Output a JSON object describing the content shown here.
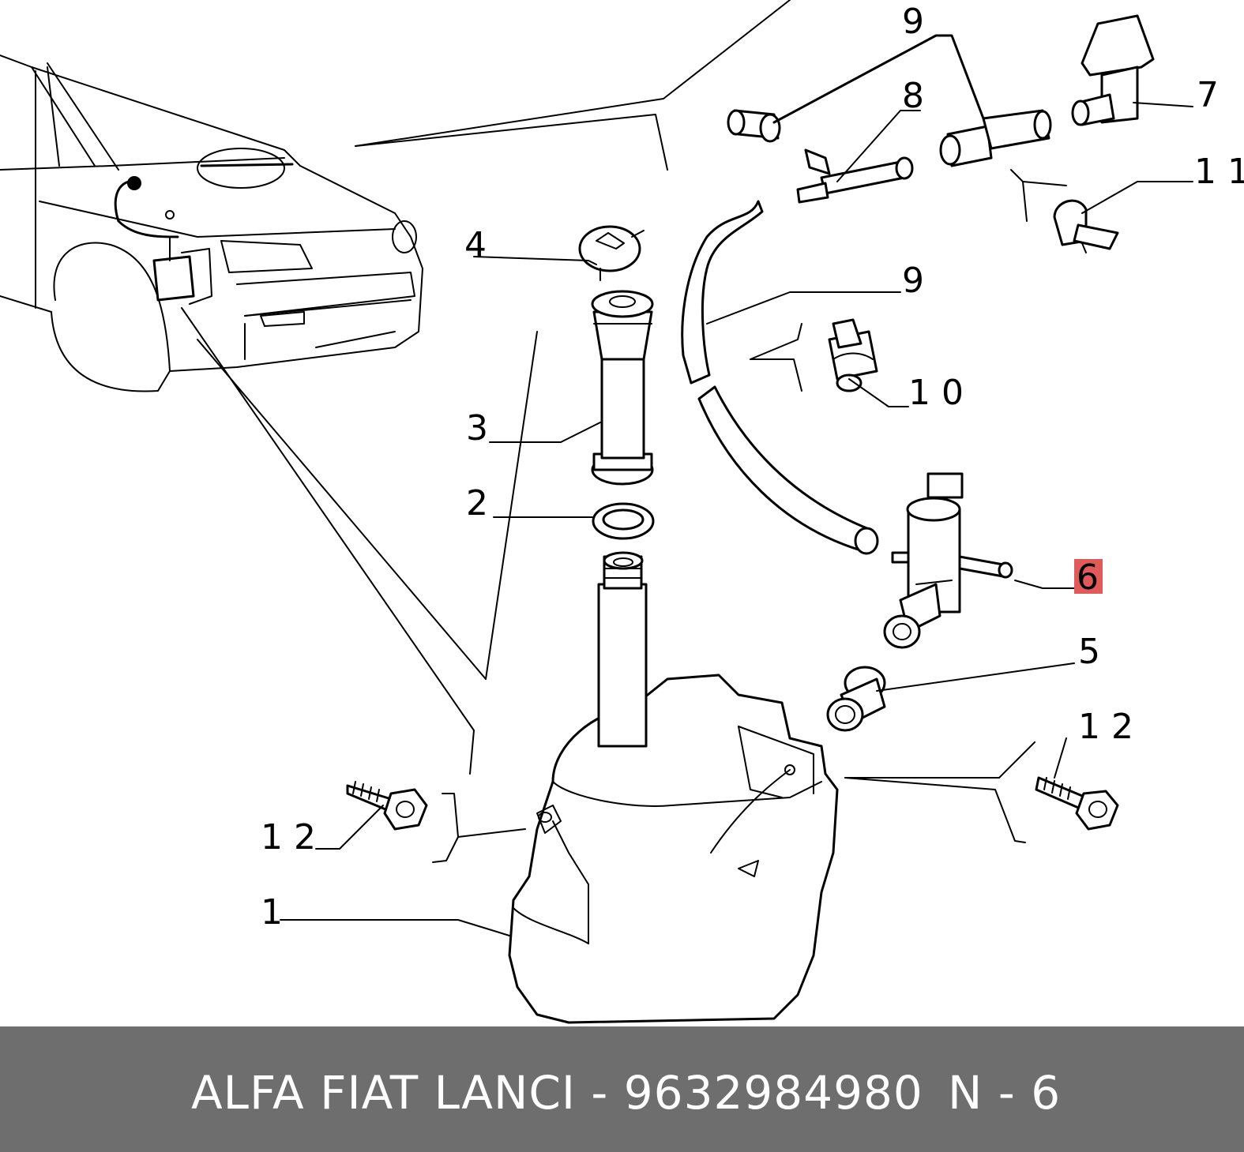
{
  "diagram": {
    "callouts": {
      "c1": "1",
      "c2": "2",
      "c3": "3",
      "c4": "4",
      "c5": "5",
      "c6": "6",
      "c7": "7",
      "c8": "8",
      "c9a": "9",
      "c9b": "9",
      "c10": "1 0",
      "c11": "1 1",
      "c12a": "1 2",
      "c12b": "1 2"
    },
    "highlight_color": "#e05a5a"
  },
  "footer": {
    "caption": "ALFA FIAT LANCI - 9632984980",
    "ref": "N - 6"
  }
}
